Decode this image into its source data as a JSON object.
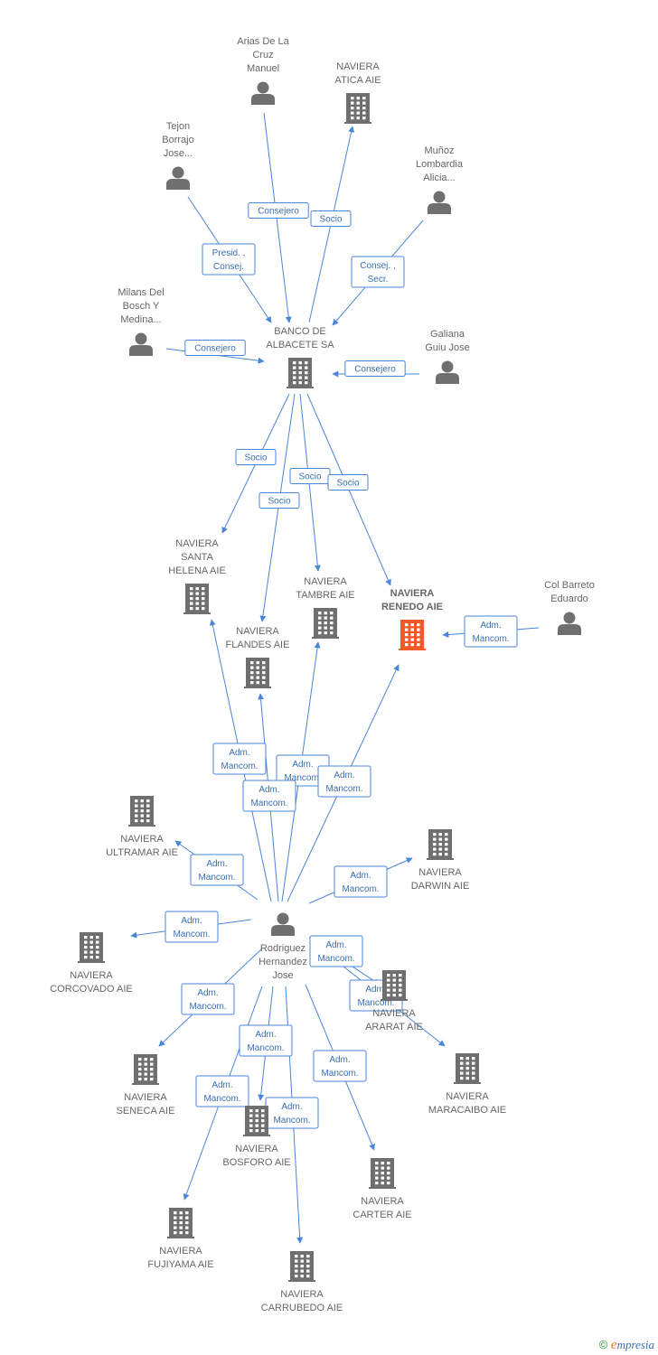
{
  "colors": {
    "edge": "#4a86d8",
    "icon": "#6f6f6f",
    "highlight": "#f05a28",
    "label": "#666666"
  },
  "nodes": [
    {
      "id": "arias",
      "type": "person",
      "label": [
        "Arias De La",
        "Cruz",
        "Manuel"
      ]
    },
    {
      "id": "atica",
      "type": "company",
      "label": [
        "NAVIERA",
        "ATICA AIE"
      ]
    },
    {
      "id": "tejon",
      "type": "person",
      "label": [
        "Tejon",
        "Borrajo",
        "Jose..."
      ]
    },
    {
      "id": "munoz",
      "type": "person",
      "label": [
        "Muñoz",
        "Lombardia",
        "Alicia..."
      ]
    },
    {
      "id": "milans",
      "type": "person",
      "label": [
        "Milans Del",
        "Bosch Y",
        "Medina..."
      ]
    },
    {
      "id": "banco",
      "type": "company",
      "label": [
        "BANCO DE",
        "ALBACETE SA"
      ]
    },
    {
      "id": "galiana",
      "type": "person",
      "label": [
        "Galiana",
        "Guiu Jose"
      ]
    },
    {
      "id": "santa_helena",
      "type": "company",
      "label": [
        "NAVIERA",
        "SANTA",
        "HELENA AIE"
      ]
    },
    {
      "id": "tambre",
      "type": "company",
      "label": [
        "NAVIERA",
        "TAMBRE AIE"
      ]
    },
    {
      "id": "renedo",
      "type": "company",
      "highlight": true,
      "label": [
        "NAVIERA",
        "RENEDO AIE"
      ]
    },
    {
      "id": "col",
      "type": "person",
      "label": [
        "Col Barreto",
        "Eduardo"
      ]
    },
    {
      "id": "flandes",
      "type": "company",
      "label": [
        "NAVIERA",
        "FLANDES AIE"
      ]
    },
    {
      "id": "ultramar",
      "type": "company",
      "label": [
        "NAVIERA",
        "ULTRAMAR AIE"
      ]
    },
    {
      "id": "darwin",
      "type": "company",
      "label": [
        "NAVIERA",
        "DARWIN AIE"
      ]
    },
    {
      "id": "rodriguez",
      "type": "person",
      "label": [
        "Rodriguez",
        "Hernandez",
        "Jose"
      ]
    },
    {
      "id": "corcovado",
      "type": "company",
      "label": [
        "NAVIERA",
        "CORCOVADO AIE"
      ]
    },
    {
      "id": "ararat",
      "type": "company",
      "label": [
        "NAVIERA",
        "ARARAT AIE"
      ]
    },
    {
      "id": "seneca",
      "type": "company",
      "label": [
        "NAVIERA",
        "SENECA AIE"
      ]
    },
    {
      "id": "maracaibo",
      "type": "company",
      "label": [
        "NAVIERA",
        "MARACAIBO AIE"
      ]
    },
    {
      "id": "bosforo",
      "type": "company",
      "label": [
        "NAVIERA",
        "BOSFORO AIE"
      ]
    },
    {
      "id": "carter",
      "type": "company",
      "label": [
        "NAVIERA",
        "CARTER AIE"
      ]
    },
    {
      "id": "fujiyama",
      "type": "company",
      "label": [
        "NAVIERA",
        "FUJIYAMA AIE"
      ]
    },
    {
      "id": "carrubedo",
      "type": "company",
      "label": [
        "NAVIERA",
        "CARRUBEDO AIE"
      ]
    }
  ],
  "edges": [
    {
      "from": "arias",
      "to": "banco",
      "label": [
        "Consejero"
      ]
    },
    {
      "from": "banco",
      "to": "atica",
      "label": [
        "Socio"
      ]
    },
    {
      "from": "tejon",
      "to": "banco",
      "label": [
        "Presid. ,",
        "Consej."
      ]
    },
    {
      "from": "munoz",
      "to": "banco",
      "label": [
        "Consej. ,",
        "Secr."
      ]
    },
    {
      "from": "milans",
      "to": "banco",
      "label": [
        "Consejero"
      ]
    },
    {
      "from": "galiana",
      "to": "banco",
      "label": [
        "Consejero"
      ]
    },
    {
      "from": "banco",
      "to": "santa_helena",
      "label": [
        "Socio"
      ]
    },
    {
      "from": "banco",
      "to": "flandes",
      "label": [
        "Socio"
      ]
    },
    {
      "from": "banco",
      "to": "tambre",
      "label": [
        "Socio"
      ]
    },
    {
      "from": "banco",
      "to": "renedo",
      "label": [
        "Socio"
      ]
    },
    {
      "from": "col",
      "to": "renedo",
      "label": [
        "Adm.",
        "Mancom."
      ]
    },
    {
      "from": "rodriguez",
      "to": "santa_helena",
      "label": [
        "Adm.",
        "Mancom."
      ]
    },
    {
      "from": "rodriguez",
      "to": "tambre",
      "label": [
        "Adm.",
        "Mancom."
      ]
    },
    {
      "from": "rodriguez",
      "to": "flandes",
      "label": [
        "Adm.",
        "Mancom."
      ]
    },
    {
      "from": "rodriguez",
      "to": "renedo",
      "label": [
        "Adm.",
        "Mancom."
      ]
    },
    {
      "from": "rodriguez",
      "to": "ultramar",
      "label": [
        "Adm.",
        "Mancom."
      ]
    },
    {
      "from": "rodriguez",
      "to": "darwin",
      "label": [
        "Adm.",
        "Mancom."
      ]
    },
    {
      "from": "rodriguez",
      "to": "corcovado",
      "label": [
        "Adm.",
        "Mancom."
      ]
    },
    {
      "from": "rodriguez",
      "to": "ararat",
      "label": [
        "Adm.",
        "Mancom."
      ]
    },
    {
      "from": "rodriguez",
      "to": "maracaibo",
      "label": [
        "Adm.",
        "Mancom."
      ]
    },
    {
      "from": "rodriguez",
      "to": "seneca",
      "label": [
        "Adm.",
        "Mancom."
      ]
    },
    {
      "from": "rodriguez",
      "to": "bosforo",
      "label": [
        "Adm.",
        "Mancom."
      ]
    },
    {
      "from": "rodriguez",
      "to": "fujiyama",
      "label": [
        "Adm.",
        "Mancom."
      ]
    },
    {
      "from": "rodriguez",
      "to": "carrubedo",
      "label": [
        "Adm.",
        "Mancom."
      ]
    },
    {
      "from": "rodriguez",
      "to": "carter",
      "label": [
        "Adm.",
        "Mancom."
      ]
    }
  ],
  "footer": {
    "copyright": "©",
    "brand_initial": "e",
    "brand_rest": "mpresia"
  }
}
